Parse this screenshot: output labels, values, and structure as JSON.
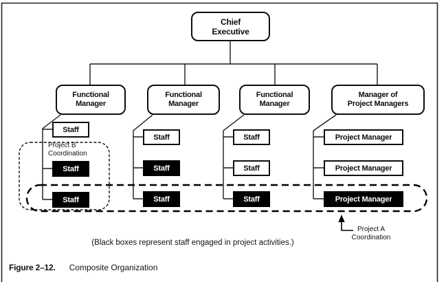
{
  "figure": {
    "note": "(Black boxes represent staff engaged in project activities.)",
    "caption_label": "Figure 2–12.",
    "caption_title": "Composite Organization"
  },
  "org": {
    "root_label": "Chief\nExecutive",
    "columns": [
      {
        "manager": "Functional\nManager",
        "staff": [
          {
            "label": "Staff",
            "filled": false
          },
          {
            "label": "Staff",
            "filled": true
          },
          {
            "label": "Staff",
            "filled": true
          }
        ]
      },
      {
        "manager": "Functional\nManager",
        "staff": [
          {
            "label": "Staff",
            "filled": false
          },
          {
            "label": "Staff",
            "filled": true
          },
          {
            "label": "Staff",
            "filled": true
          }
        ]
      },
      {
        "manager": "Functional\nManager",
        "staff": [
          {
            "label": "Staff",
            "filled": false
          },
          {
            "label": "Staff",
            "filled": false
          },
          {
            "label": "Staff",
            "filled": true
          }
        ]
      },
      {
        "manager": "Manager of\nProject Managers",
        "staff": [
          {
            "label": "Project Manager",
            "filled": false
          },
          {
            "label": "Project Manager",
            "filled": false
          },
          {
            "label": "Project Manager",
            "filled": true
          }
        ]
      }
    ],
    "project_b_label": "Project B\nCoordination",
    "project_a_label": "Project A\nCoordination"
  },
  "colors": {
    "ink": "#111111",
    "filled_box": "#000000",
    "background": "#ffffff"
  }
}
